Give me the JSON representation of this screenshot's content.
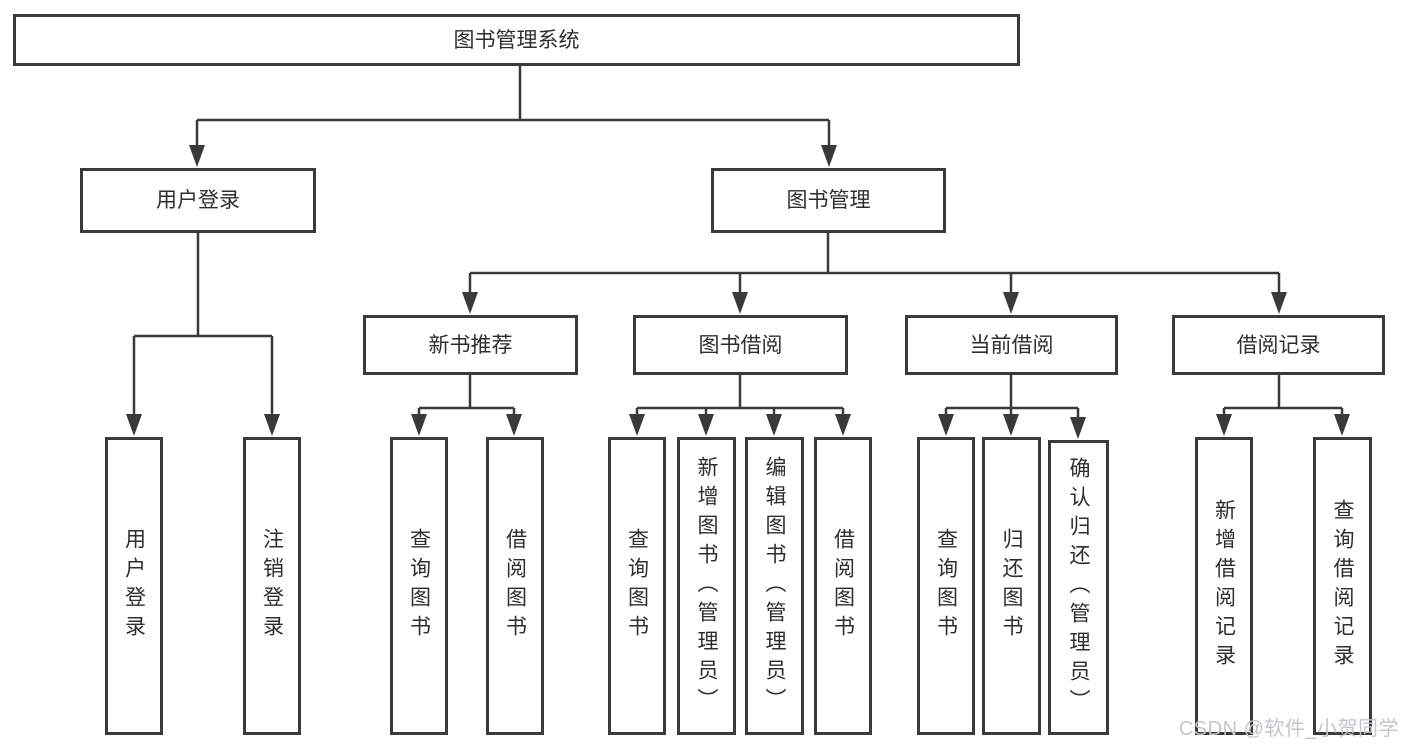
{
  "tree": {
    "root": {
      "label": "图书管理系统"
    },
    "branches": [
      {
        "label": "用户登录",
        "children": [
          {
            "label": "用户登录"
          },
          {
            "label": "注销登录"
          }
        ]
      },
      {
        "label": "图书管理",
        "children": [
          {
            "label": "新书推荐",
            "children": [
              {
                "label": "查询图书"
              },
              {
                "label": "借阅图书"
              }
            ]
          },
          {
            "label": "图书借阅",
            "children": [
              {
                "label": "查询图书"
              },
              {
                "label": "新增图书（管理员）"
              },
              {
                "label": "编辑图书（管理员）"
              },
              {
                "label": "借阅图书"
              }
            ]
          },
          {
            "label": "当前借阅",
            "children": [
              {
                "label": "查询图书"
              },
              {
                "label": "归还图书"
              },
              {
                "label": "确认归还（管理员）"
              }
            ]
          },
          {
            "label": "借阅记录",
            "children": [
              {
                "label": "新增借阅记录"
              },
              {
                "label": "查询借阅记录"
              }
            ]
          }
        ]
      }
    ]
  },
  "watermark": {
    "text": "CSDN @软件_小贺同学"
  },
  "colors": {
    "line": "#3a3a3a",
    "text": "#2e2e2e",
    "background": "#ffffff",
    "watermark": "#c3c5c8"
  }
}
